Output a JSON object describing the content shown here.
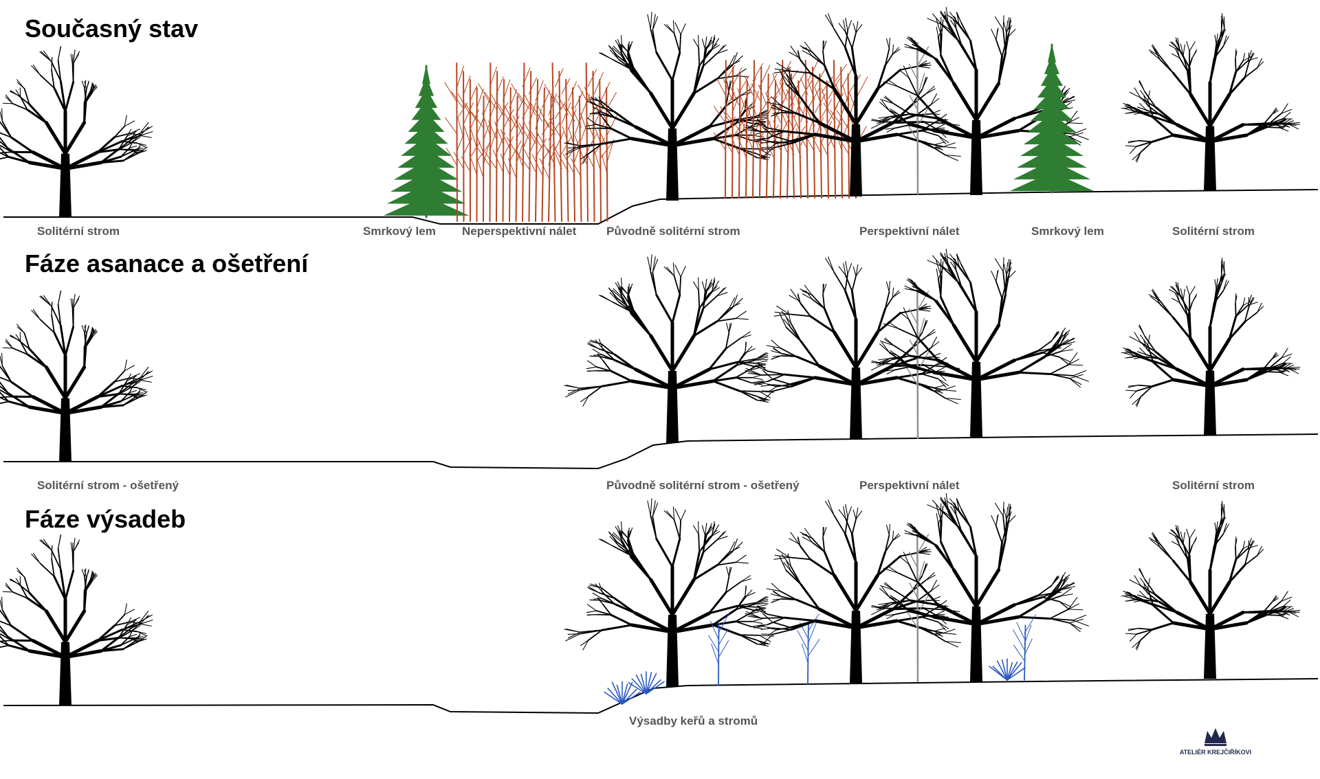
{
  "sections": [
    {
      "title": "Současný stav",
      "labels": [
        "Solitérní strom",
        "Smrkový lem",
        "Neperspektivní nálet",
        "Původně solitérní strom",
        "Perspektivní nálet",
        "Smrkový lem",
        "Solitérní strom"
      ]
    },
    {
      "title": "Fáze asanace a ošetření",
      "labels": [
        "Solitérní strom - ošetřený",
        "Původně solitérní strom - ošetřený",
        "Perspektivní nálet",
        "Solitérní strom"
      ]
    },
    {
      "title": "Fáze výsadeb",
      "labels": [
        "Výsadby keřů a stromů"
      ]
    }
  ],
  "logo": {
    "text": "ATELIÉR KREJČIŘÍKOVI"
  },
  "colors": {
    "tree": "#000000",
    "spruce": "#2e7d32",
    "weed": "#b5441f",
    "young": "#8e8e8e",
    "pruned": "#a8a8a8",
    "planting": "#2b59c3",
    "label": "#555555",
    "logo": "#1f2a4d"
  }
}
